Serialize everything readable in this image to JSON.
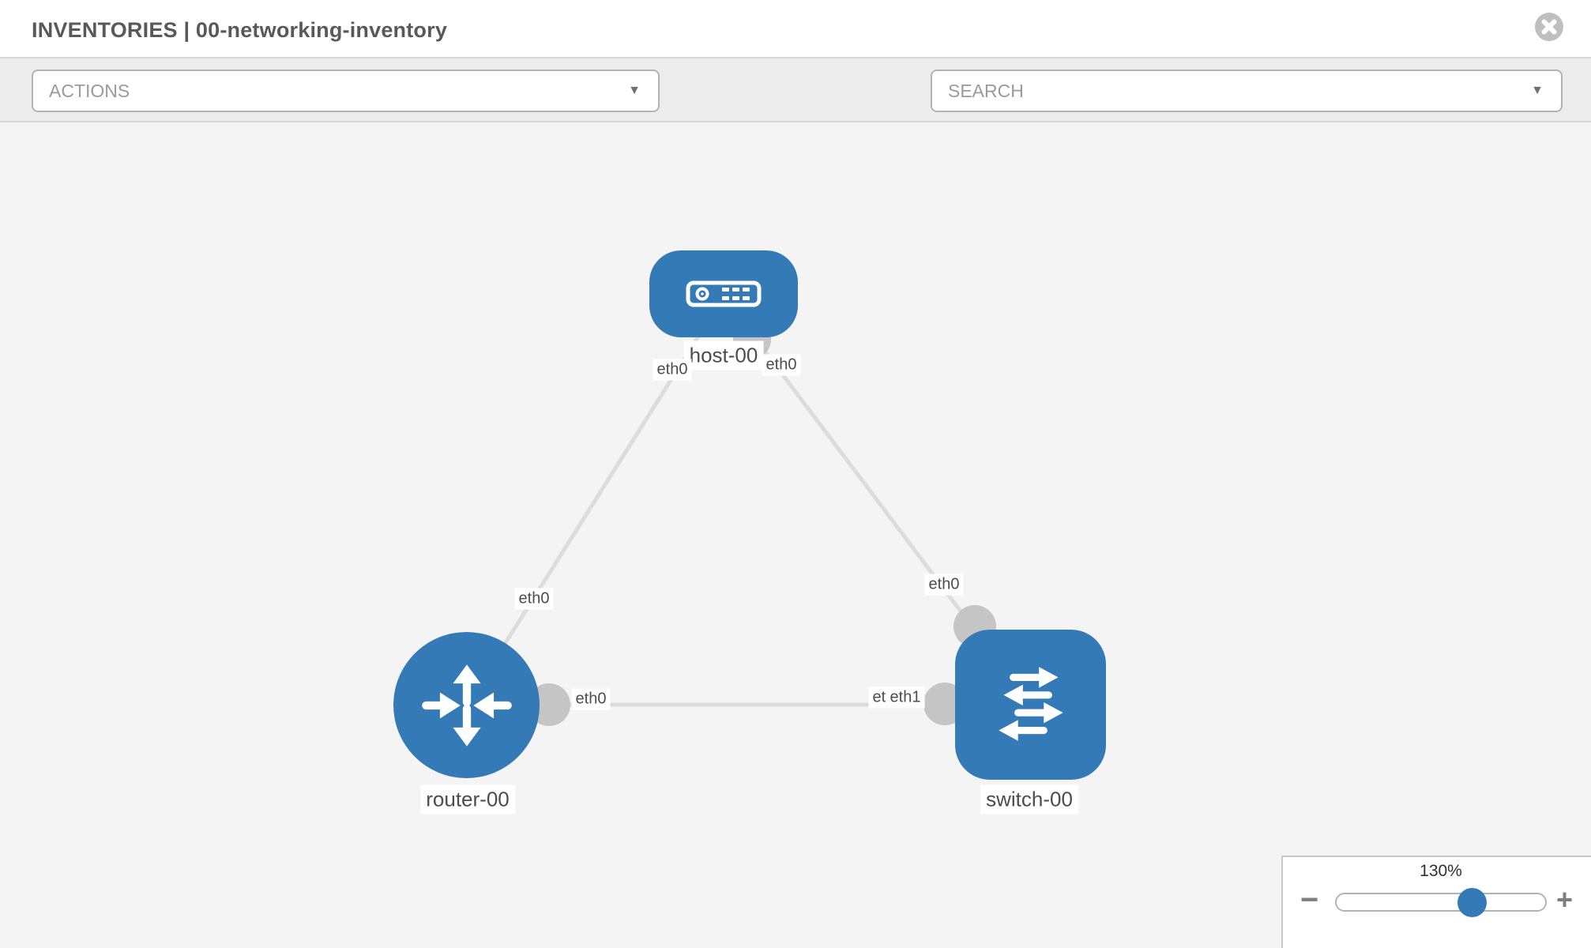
{
  "header": {
    "title": "INVENTORIES | 00-networking-inventory"
  },
  "toolbar": {
    "actions_label": "ACTIONS",
    "search_placeholder": "SEARCH",
    "caret_glyph": "▼",
    "icons": [
      "wrench-icon",
      "key-icon"
    ]
  },
  "graph": {
    "nodes": [
      {
        "id": "host-00",
        "type": "host",
        "label": "host-00",
        "icon": "server-icon"
      },
      {
        "id": "router-00",
        "type": "router",
        "label": "router-00",
        "icon": "router-arrows-icon"
      },
      {
        "id": "switch-00",
        "type": "switch",
        "label": "switch-00",
        "icon": "switch-arrows-icon"
      }
    ],
    "links": [
      {
        "source": "host-00",
        "source_interface": "eth0",
        "target": "router-00",
        "target_interface": "eth0"
      },
      {
        "source": "host-00",
        "source_interface": "eth0",
        "target": "switch-00",
        "target_interface": "eth0"
      },
      {
        "source": "router-00",
        "source_interface": "eth0",
        "target": "switch-00",
        "target_interface": "eth1"
      }
    ],
    "interface_labels": [
      {
        "text": "eth0",
        "near": "host-left"
      },
      {
        "text": "eth0",
        "near": "host-right"
      },
      {
        "text": "eth0",
        "near": "link-to-router"
      },
      {
        "text": "eth0",
        "near": "link-to-switch-top"
      },
      {
        "text": "eth0",
        "near": "router-right"
      },
      {
        "text": "eth0",
        "near": "switch-left-under"
      },
      {
        "text": "eth1",
        "near": "switch-left"
      }
    ]
  },
  "zoom_control": {
    "level": "130%",
    "value_percent": 130,
    "minus_label": "−",
    "plus_label": "+"
  },
  "colors": {
    "node_blue": "#337ab7",
    "link_gray": "#dcdcdc",
    "connector_gray": "#c5c5c5",
    "canvas_bg": "#f4f4f4",
    "toolbar_bg": "#ececec"
  }
}
